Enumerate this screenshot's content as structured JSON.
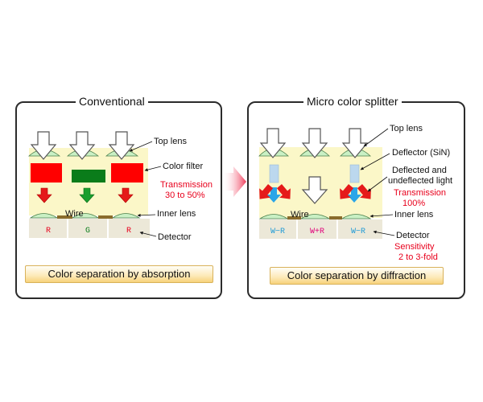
{
  "conventional": {
    "title": "Conventional",
    "labels": {
      "top_lens": "Top lens",
      "color_filter": "Color filter",
      "transmission": [
        "Transmission",
        "30 to 50%"
      ],
      "wire": "Wire",
      "inner_lens": "Inner lens",
      "detector": "Detector"
    },
    "pixels": [
      "R",
      "G",
      "R"
    ],
    "caption": "Color separation by absorption"
  },
  "splitter": {
    "title": "Micro color splitter",
    "labels": {
      "top_lens": "Top lens",
      "deflector": "Deflector (SiN)",
      "deflected": [
        "Deflected and",
        "undeflected light"
      ],
      "transmission": [
        "Transmission",
        "100%"
      ],
      "wire": "Wire",
      "inner_lens": "Inner lens",
      "detector": "Detector",
      "sensitivity": [
        "Sensitivity",
        "2 to 3-fold"
      ]
    },
    "pixels": [
      "W−R",
      "W+R",
      "W−R"
    ],
    "caption": "Color separation by diffraction"
  },
  "colors": {
    "red": "#ff0000",
    "green": "#0a7c1a",
    "blue_arrow": "#2aa6e8",
    "red_text": "#e8001c",
    "cream_bg": "#fbf7c8",
    "deflector": "#bcd8ee",
    "magenta": "#e0007a",
    "cyan_text": "#1f9ad6"
  }
}
